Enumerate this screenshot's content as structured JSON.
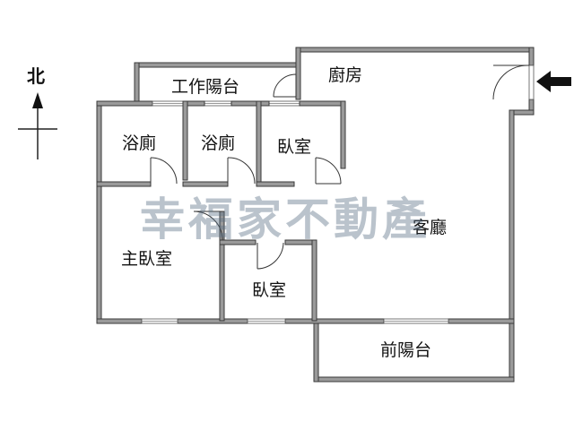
{
  "compass": {
    "label": "北"
  },
  "rooms": {
    "work_balcony": "工作陽台",
    "kitchen": "廚房",
    "bath_1": "浴廁",
    "bath_2": "浴廁",
    "bedroom_1": "臥室",
    "living_room": "客廳",
    "master_bedroom": "主臥室",
    "bedroom_2": "臥室",
    "front_balcony": "前陽台"
  },
  "watermark": "幸福家不動產",
  "colors": {
    "wall": "#9a9a9a",
    "entrance_arrow": "#111111",
    "watermark": "#5a6f86"
  }
}
